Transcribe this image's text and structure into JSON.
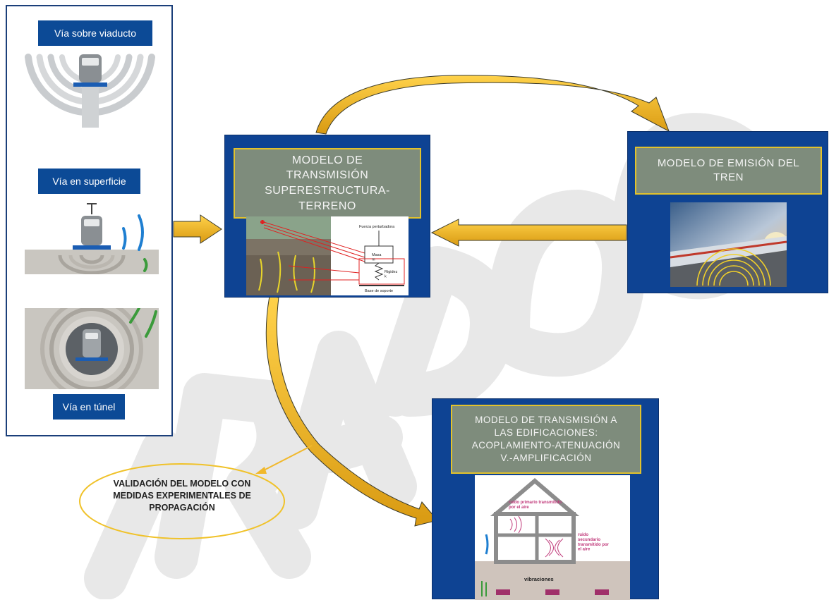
{
  "left_panel": {
    "labels": [
      "Vía sobre viaducto",
      "Vía en superficie",
      "Vía en túnel"
    ]
  },
  "transmission_model": {
    "title": "MODELO DE\nTRANSMISIÓN\nSUPERESTRUCTURA-\nTERRENO",
    "diagram_labels": {
      "force": "Fuerza perturbadora",
      "mass": "Masa\nm",
      "stiffness": "Rigidez\nk",
      "base": "Base de soporte"
    }
  },
  "emission_model": {
    "title": "MODELO DE EMISIÓN DEL\nTREN"
  },
  "building_model": {
    "title": "MODELO DE TRANSMISIÓN A\nLAS EDIFICACIONES:\nACOPLAMIENTO-ATENUACIÓN\nV.-AMPLIFICACIÓN",
    "diagram_labels": {
      "primary_noise": "ruido primario transmitido\npor el aire",
      "secondary_noise": "ruido\nsecundario\ntransmitido por\nel aire",
      "vibrations": "vibraciones"
    }
  },
  "validation": {
    "text": "VALIDACIÓN DEL MODELO CON\nMEDIDAS EXPERIMENTALES DE\nPROPAGACIÓN"
  },
  "colors": {
    "card_blue": "#0e4393",
    "label_blue": "#0c4a96",
    "title_gray": "#7e8c7c",
    "title_border": "#e2c22c",
    "arrow_gold": "#f1b82b",
    "watermark": "#dcdcdc"
  }
}
